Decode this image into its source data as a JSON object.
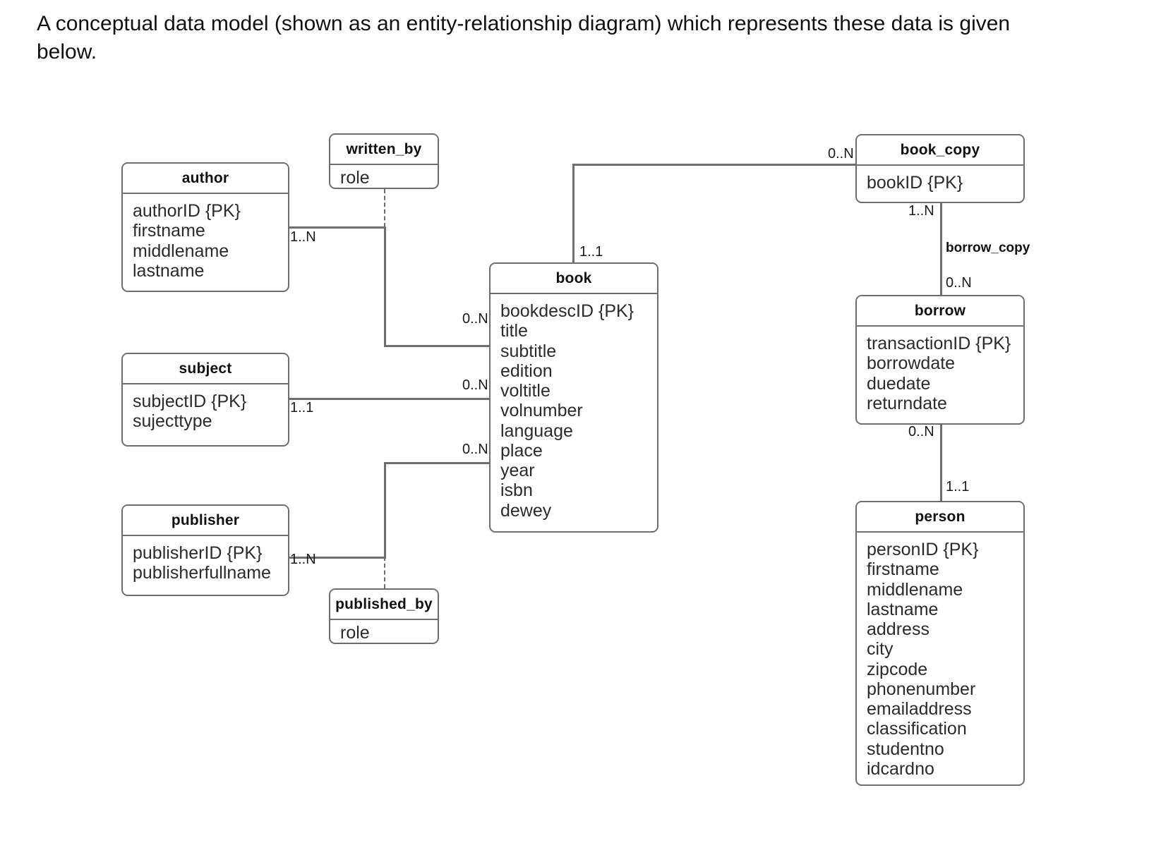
{
  "intro": {
    "text": "A conceptual data model (shown as an entity-relationship diagram) which represents these data is given below."
  },
  "diagram": {
    "type": "entity-relationship-diagram",
    "entities": [
      {
        "id": "author",
        "name": "author",
        "attributes": [
          "authorID {PK}",
          "firstname",
          "middlename",
          "lastname"
        ]
      },
      {
        "id": "subject",
        "name": "subject",
        "attributes": [
          "subjectID {PK}",
          "sujecttype"
        ]
      },
      {
        "id": "publisher",
        "name": "publisher",
        "attributes": [
          "publisherID {PK}",
          "publisherfullname"
        ]
      },
      {
        "id": "book",
        "name": "book",
        "attributes": [
          "bookdescID {PK}",
          "title",
          "subtitle",
          "edition",
          "voltitle",
          "volnumber",
          "language",
          "place",
          "year",
          "isbn",
          "dewey"
        ]
      },
      {
        "id": "book_copy",
        "name": "book_copy",
        "attributes": [
          "bookID {PK}"
        ]
      },
      {
        "id": "borrow",
        "name": "borrow",
        "attributes": [
          "transactionID {PK}",
          "borrowdate",
          "duedate",
          "returndate"
        ]
      },
      {
        "id": "person",
        "name": "person",
        "attributes": [
          "personID {PK}",
          "firstname",
          "middlename",
          "lastname",
          "address",
          "city",
          "zipcode",
          "phonenumber",
          "emailaddress",
          "classification",
          "studentno",
          "idcardno"
        ]
      }
    ],
    "association_classes": [
      {
        "id": "written_by",
        "name": "written_by",
        "attributes": [
          "role"
        ],
        "attaches_to": "author-book"
      },
      {
        "id": "published_by",
        "name": "published_by",
        "attributes": [
          "role"
        ],
        "attaches_to": "publisher-book"
      }
    ],
    "relationships": [
      {
        "from": "author",
        "to": "book",
        "from_mult": "1..N",
        "to_mult": "0..N",
        "label": "written_by"
      },
      {
        "from": "subject",
        "to": "book",
        "from_mult": "1..1",
        "to_mult": "0..N",
        "label": ""
      },
      {
        "from": "publisher",
        "to": "book",
        "from_mult": "1..N",
        "to_mult": "0..N",
        "label": "published_by"
      },
      {
        "from": "book",
        "to": "book_copy",
        "from_mult": "1..1",
        "to_mult": "0..N",
        "label": ""
      },
      {
        "from": "book_copy",
        "to": "borrow",
        "from_mult": "1..N",
        "to_mult": "0..N",
        "label": "borrow_copy"
      },
      {
        "from": "borrow",
        "to": "person",
        "from_mult": "0..N",
        "to_mult": "1..1",
        "label": ""
      }
    ],
    "multiplicity_labels": {
      "author_to_book": "1..N",
      "book_from_author": "0..N",
      "subject_to_book": "1..1",
      "book_from_subject": "0..N",
      "publisher_to_book": "1..N",
      "book_from_publisher": "0..N",
      "book_to_bookcopy": "1..1",
      "bookcopy_from_book": "0..N",
      "bookcopy_to_borrow": "1..N",
      "borrow_from_bookcopy": "0..N",
      "borrow_to_person": "0..N",
      "person_from_borrow": "1..1"
    },
    "relationship_names": {
      "borrow_copy": "borrow_copy"
    },
    "colors": {
      "border": "#6e6e6e",
      "text": "#2b2b2b",
      "background": "#ffffff"
    }
  }
}
